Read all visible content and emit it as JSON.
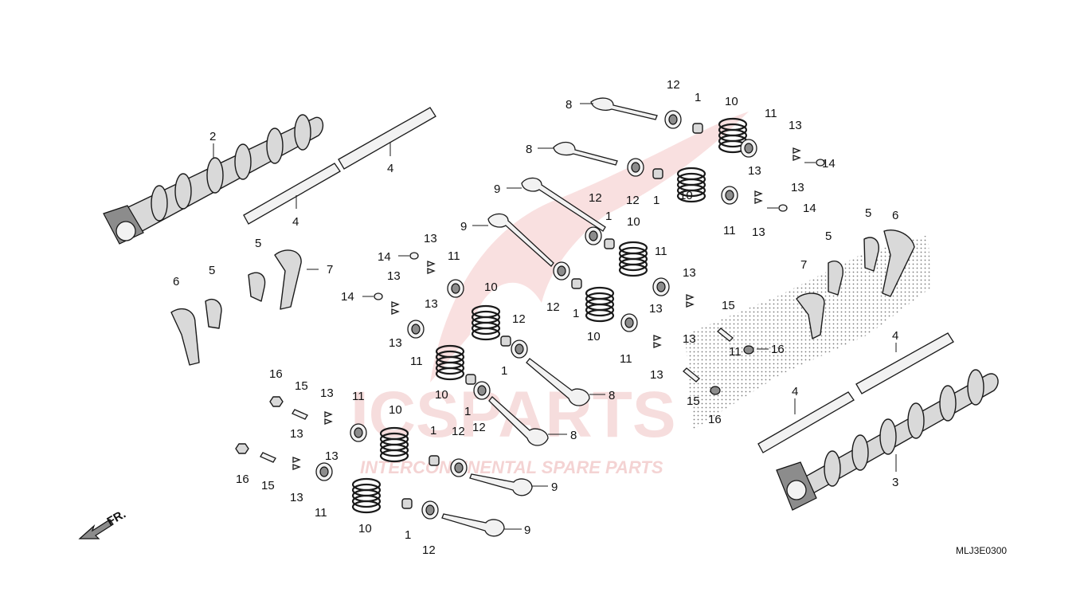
{
  "diagram": {
    "code": "MLJ3E0300",
    "direction_label": "FR.",
    "watermark": {
      "brand": "ICSPARTS",
      "tagline": "INTERCONTINENTAL SPARE PARTS"
    },
    "callouts": [
      {
        "id": "c1",
        "label": "2"
      },
      {
        "id": "c2",
        "label": "4"
      },
      {
        "id": "c3",
        "label": "4"
      },
      {
        "id": "c4",
        "label": "5"
      },
      {
        "id": "c5",
        "label": "7"
      },
      {
        "id": "c6",
        "label": "6"
      },
      {
        "id": "c7",
        "label": "5"
      },
      {
        "id": "c8",
        "label": "8"
      },
      {
        "id": "c9",
        "label": "12"
      },
      {
        "id": "c10",
        "label": "1"
      },
      {
        "id": "c11",
        "label": "10"
      },
      {
        "id": "c12",
        "label": "11"
      },
      {
        "id": "c13",
        "label": "13"
      },
      {
        "id": "c14",
        "label": "13"
      },
      {
        "id": "c15",
        "label": "14"
      },
      {
        "id": "c16",
        "label": "8"
      },
      {
        "id": "c17",
        "label": "12"
      },
      {
        "id": "c18",
        "label": "1"
      },
      {
        "id": "c19",
        "label": "10"
      },
      {
        "id": "c20",
        "label": "11"
      },
      {
        "id": "c21",
        "label": "13"
      },
      {
        "id": "c22",
        "label": "13"
      },
      {
        "id": "c23",
        "label": "14"
      },
      {
        "id": "c24",
        "label": "9"
      },
      {
        "id": "c25",
        "label": "12"
      },
      {
        "id": "c26",
        "label": "1"
      },
      {
        "id": "c27",
        "label": "9"
      },
      {
        "id": "c28",
        "label": "10"
      },
      {
        "id": "c29",
        "label": "11"
      },
      {
        "id": "c30",
        "label": "12"
      },
      {
        "id": "c31",
        "label": "1"
      },
      {
        "id": "c32",
        "label": "10"
      },
      {
        "id": "c33",
        "label": "13"
      },
      {
        "id": "c34",
        "label": "13"
      },
      {
        "id": "c35",
        "label": "11"
      },
      {
        "id": "c36",
        "label": "14"
      },
      {
        "id": "c37",
        "label": "13"
      },
      {
        "id": "c38",
        "label": "13"
      },
      {
        "id": "c39",
        "label": "14"
      },
      {
        "id": "c40",
        "label": "13"
      },
      {
        "id": "c41",
        "label": "13"
      },
      {
        "id": "c42",
        "label": "11"
      },
      {
        "id": "c43",
        "label": "10"
      },
      {
        "id": "c44",
        "label": "12"
      },
      {
        "id": "c45",
        "label": "1"
      },
      {
        "id": "c46",
        "label": "11"
      },
      {
        "id": "c47",
        "label": "10"
      },
      {
        "id": "c48",
        "label": "1"
      },
      {
        "id": "c49",
        "label": "12"
      },
      {
        "id": "c50",
        "label": "8"
      },
      {
        "id": "c51",
        "label": "8"
      },
      {
        "id": "c52",
        "label": "13"
      },
      {
        "id": "c53",
        "label": "13"
      },
      {
        "id": "c54",
        "label": "13"
      },
      {
        "id": "c55",
        "label": "11"
      },
      {
        "id": "c56",
        "label": "15"
      },
      {
        "id": "c57",
        "label": "16"
      },
      {
        "id": "c58",
        "label": "15"
      },
      {
        "id": "c59",
        "label": "16"
      },
      {
        "id": "c60",
        "label": "13"
      },
      {
        "id": "c61",
        "label": "13"
      },
      {
        "id": "c62",
        "label": "13"
      },
      {
        "id": "c63",
        "label": "11"
      },
      {
        "id": "c64",
        "label": "11"
      },
      {
        "id": "c65",
        "label": "10"
      },
      {
        "id": "c66",
        "label": "1"
      },
      {
        "id": "c67",
        "label": "12"
      },
      {
        "id": "c68",
        "label": "9"
      },
      {
        "id": "c69",
        "label": "10"
      },
      {
        "id": "c70",
        "label": "1"
      },
      {
        "id": "c71",
        "label": "12"
      },
      {
        "id": "c72",
        "label": "9"
      },
      {
        "id": "c73",
        "label": "5"
      },
      {
        "id": "c74",
        "label": "6"
      },
      {
        "id": "c75",
        "label": "5"
      },
      {
        "id": "c76",
        "label": "7"
      },
      {
        "id": "c77",
        "label": "15"
      },
      {
        "id": "c78",
        "label": "16"
      },
      {
        "id": "c79",
        "label": "4"
      },
      {
        "id": "c80",
        "label": "4"
      },
      {
        "id": "c81",
        "label": "15"
      },
      {
        "id": "c82",
        "label": "16"
      },
      {
        "id": "c83",
        "label": "3"
      }
    ]
  }
}
